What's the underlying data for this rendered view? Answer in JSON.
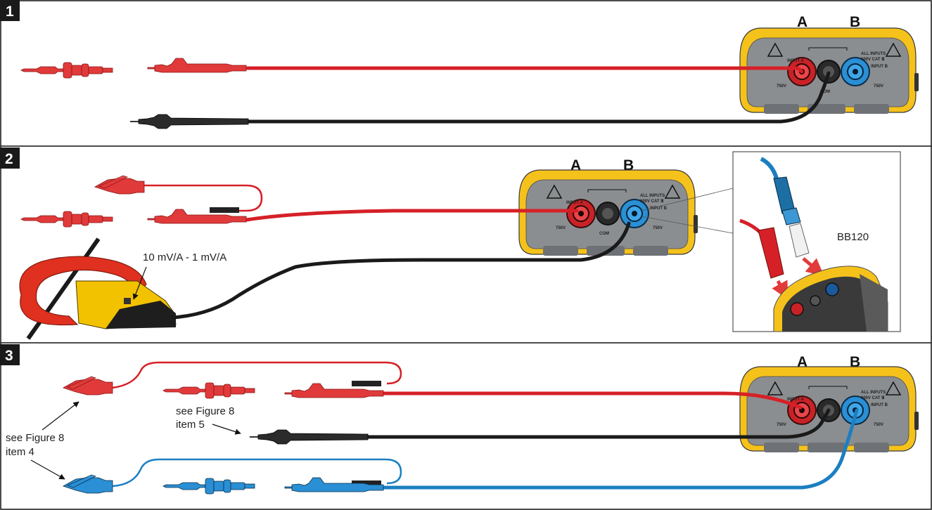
{
  "panels": [
    {
      "number": "1",
      "channel_a": "A",
      "channel_b": "B"
    },
    {
      "number": "2",
      "channel_a": "A",
      "channel_b": "B",
      "clamp_label": "10 mV/A - 1 mV/A",
      "adapter_label": "BB120"
    },
    {
      "number": "3",
      "channel_a": "A",
      "channel_b": "B",
      "note_item5_line1": "see Figure 8",
      "note_item5_line2": "item 5",
      "note_item4_line1": "see Figure 8",
      "note_item4_line2": "item 4"
    }
  ],
  "meter_labels": {
    "input_a": "INPUT A",
    "input_b": "INPUT B",
    "all_inputs": "ALL INPUTS",
    "cat": "600V CAT Ⅲ",
    "v750": "750V",
    "com": "COM"
  },
  "colors": {
    "red_lead": "#d62027",
    "black_lead": "#1a1a1a",
    "blue_lead": "#1b7fc1",
    "meter_yellow": "#f7c52a",
    "meter_gray": "#8a8d90"
  }
}
